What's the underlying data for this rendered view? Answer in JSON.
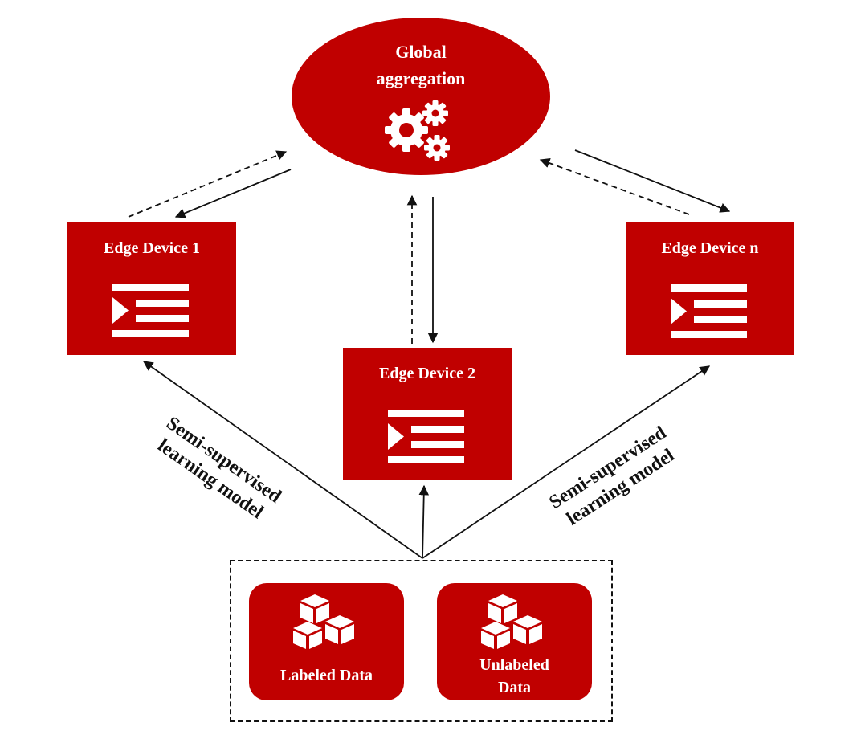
{
  "global": {
    "title_line1": "Global",
    "title_line2": "aggregation",
    "icon": "gears-icon"
  },
  "devices": [
    {
      "label": "Edge Device 1",
      "icon": "list-icon"
    },
    {
      "label": "Edge Device 2",
      "icon": "list-icon"
    },
    {
      "label": "Edge Device n",
      "icon": "list-icon"
    }
  ],
  "data_sources": {
    "labeled": {
      "label": "Labeled Data",
      "icon": "cubes-icon"
    },
    "unlabeled": {
      "label_line1": "Unlabeled",
      "label_line2": "Data",
      "icon": "cubes-icon"
    }
  },
  "edge_labels": {
    "left_line1": "Semi-supervised",
    "left_line2": "learning model",
    "right_line1": "Semi-supervised",
    "right_line2": "learning model"
  },
  "colors": {
    "node_fill": "#c00000",
    "node_text": "#ffffff",
    "line": "#111111"
  }
}
